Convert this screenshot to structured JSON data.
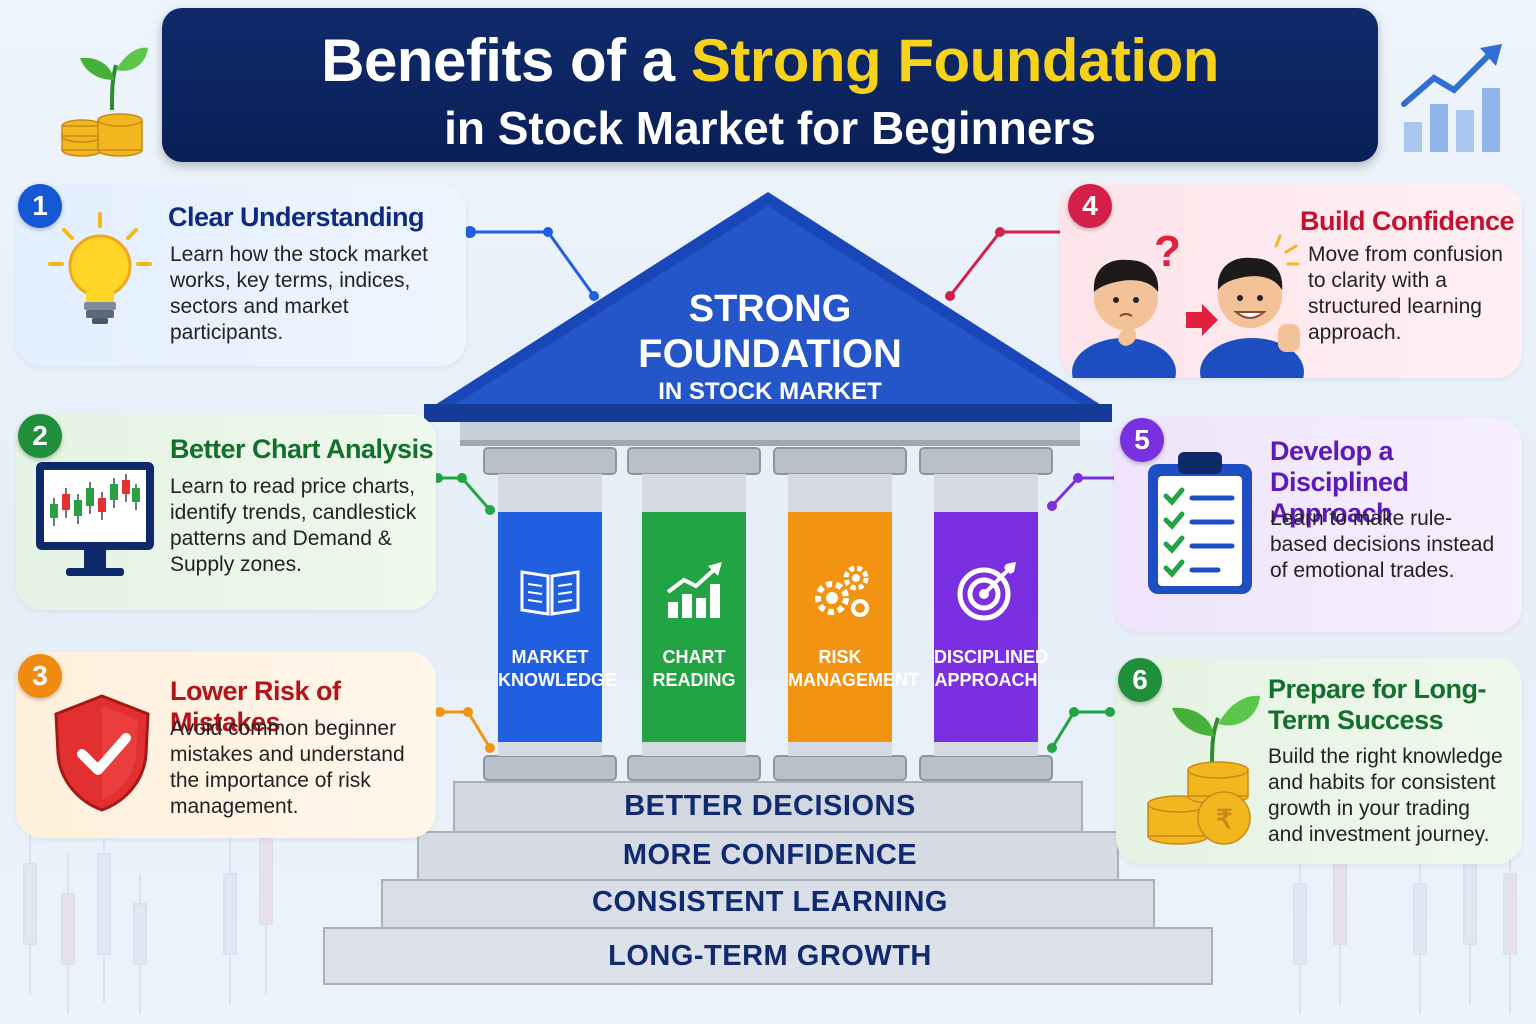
{
  "title": {
    "prefix": "Benefits of a",
    "highlight": "Strong Foundation",
    "line2": "in Stock Market for Beginners"
  },
  "roof": {
    "line1": "STRONG",
    "line2": "FOUNDATION",
    "line3": "IN STOCK MARKET"
  },
  "pillars": [
    {
      "label": "MARKET KNOWLEDGE",
      "color": "#1f5fe0",
      "icon": "open-book-icon"
    },
    {
      "label": "CHART READING",
      "color": "#22a344",
      "icon": "growth-chart-icon"
    },
    {
      "label": "RISK MANAGEMENT",
      "color": "#f29412",
      "icon": "gears-icon"
    },
    {
      "label": "DISCIPLINED APPROACH",
      "color": "#7a2fe0",
      "icon": "target-icon"
    }
  ],
  "steps": [
    "BETTER DECISIONS",
    "MORE CONFIDENCE",
    "CONSISTENT LEARNING",
    "LONG-TERM GROWTH"
  ],
  "benefits": [
    {
      "number": "1",
      "title": "Clear Understanding",
      "text": "Learn how the stock market works, key terms, indices, sectors and market participants.",
      "color": "#1558d6",
      "icon": "lightbulb-icon"
    },
    {
      "number": "2",
      "title": "Better Chart Analysis",
      "text": "Learn to read price charts, identify trends, candlestick patterns and Demand & Supply zones.",
      "color": "#1f8f3a",
      "icon": "monitor-chart-icon"
    },
    {
      "number": "3",
      "title": "Lower Risk of Mistakes",
      "text": "Avoid common beginner mistakes and understand the importance of risk management.",
      "color": "#c62020",
      "icon": "shield-check-icon"
    },
    {
      "number": "4",
      "title": "Build Confidence",
      "text": "Move from confusion to clarity with a structured learning approach.",
      "color": "#d41f48",
      "icon": "confused-to-happy-icon"
    },
    {
      "number": "5",
      "title": "Develop a Disciplined Approach",
      "text": "Learn to make rule-based decisions instead of emotional trades.",
      "color": "#6a1fc8",
      "icon": "checklist-clipboard-icon"
    },
    {
      "number": "6",
      "title": "Prepare for Long-Term Success",
      "text": "Build the right knowledge and habits for consistent growth in your trading and investment journey.",
      "color": "#1f8f3a",
      "icon": "coins-plant-icon"
    }
  ],
  "colors": {
    "navy": "#0f2a6b",
    "yellow": "#f7d21a",
    "step_text": "#102a72"
  }
}
